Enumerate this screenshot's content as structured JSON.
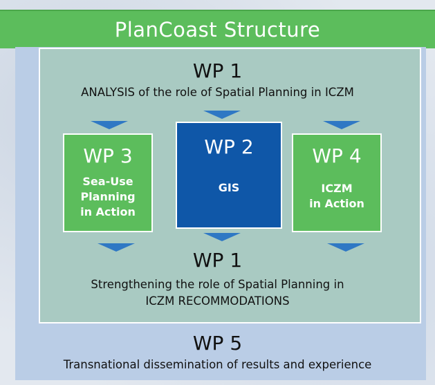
{
  "title": "PlanCoast Structure",
  "wp1_top": {
    "title": "WP 1",
    "text": "ANALYSIS of the role of Spatial Planning in ICZM"
  },
  "wp3": {
    "title": "WP 3",
    "lines": [
      "Sea-Use",
      "Planning",
      "in Action"
    ]
  },
  "wp2": {
    "title": "WP 2",
    "label": "GIS"
  },
  "wp4": {
    "title": "WP 4",
    "lines": [
      "ICZM",
      "in Action"
    ]
  },
  "wp1_bottom": {
    "title": "WP 1",
    "lines": [
      "Strengthening the role of Spatial Planning in",
      "ICZM RECOMMODATIONS"
    ]
  },
  "wp5": {
    "title": "WP 5",
    "text": "Transnational dissemination of results and experience"
  },
  "colors": {
    "green": "#5cbd5c",
    "dark_blue": "#0f57a8",
    "arrow_blue": "#2f78c4",
    "teal_panel": "#a9cac2",
    "light_blue_panel": "#bacde6"
  }
}
